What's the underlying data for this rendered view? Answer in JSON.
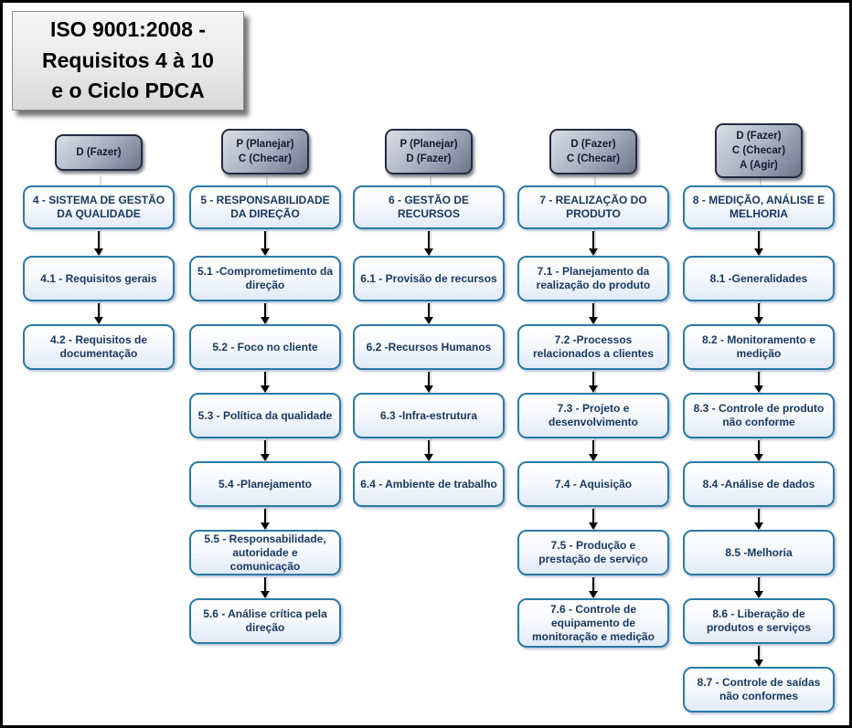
{
  "title": {
    "text": "ISO 9001:2008 -\nRequisitos  4 à 10\ne o Ciclo PDCA"
  },
  "colors": {
    "frame_border": "#000000",
    "node_border": "#2a7aa6",
    "node_text": "#17375e",
    "pdca_border": "#232c42",
    "pdca_fill_dark": "#6d7488",
    "pdca_fill_light": "#dadde5"
  },
  "columns": [
    {
      "pdca": "D (Fazer)",
      "main": "4 - SISTEMA DE GESTÃO DA QUALIDADE",
      "items": [
        "4.1 - Requisitos gerais",
        "4.2 - Requisitos de documentação"
      ]
    },
    {
      "pdca": "P (Planejar)\nC (Checar)",
      "main": "5 - RESPONSABILIDADE DA DIREÇÃO",
      "items": [
        "5.1 -Comprometimento da direção",
        "5.2 - Foco no cliente",
        "5.3 - Política da qualidade",
        "5.4 -Planejamento",
        "5.5 - Responsabilidade, autoridade e comunicação",
        "5.6 - Análise crítica pela direção"
      ]
    },
    {
      "pdca": "P (Planejar)\nD (Fazer)",
      "main": "6 - GESTÃO DE RECURSOS",
      "items": [
        "6.1 - Provisão de recursos",
        "6.2 -Recursos Humanos",
        "6.3 -Infra-estrutura",
        "6.4 - Ambiente de trabalho"
      ]
    },
    {
      "pdca": "D (Fazer)\nC (Checar)",
      "main": "7 - REALIZAÇÃO DO PRODUTO",
      "items": [
        "7.1 - Planejamento da realização do produto",
        "7.2 -Processos relacionados a clientes",
        "7.3 - Projeto e desenvolvimento",
        "7.4 - Aquisição",
        "7.5 - Produção e prestação de serviço",
        "7.6 - Controle de equipamento de monitoração e medição"
      ]
    },
    {
      "pdca": "D (Fazer)\nC (Checar)\nA (Agir)",
      "main": "8 - MEDIÇÃO, ANÁLISE E MELHORIA",
      "items": [
        "8.1 -Generalidades",
        "8.2 - Monitoramento e medição",
        "8.3 - Controle de produto não conforme",
        "8.4 -Análise de dados",
        "8.5 -Melhoria",
        "8.6 - Liberação de produtos e serviços",
        "8.7 - Controle de saídas não conformes"
      ]
    }
  ]
}
